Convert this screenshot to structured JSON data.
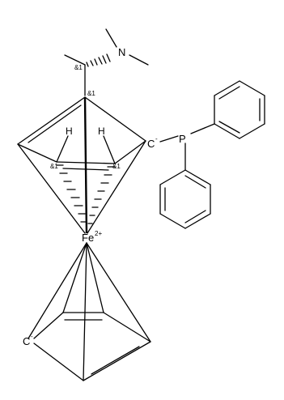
{
  "labels": {
    "nitrogen": "N",
    "phosphorus": "P",
    "iron": "Fe",
    "iron_charge": "2+",
    "carbanion_top": "C",
    "carbanion_top_charge": "-",
    "carbanion_bottom": "C",
    "carbanion_bottom_charge": "-",
    "hydrogen_left": "H",
    "hydrogen_right": "H",
    "stereo_side_chain": "&1",
    "stereo_ring_top": "&1",
    "stereo_ring_left": "&1",
    "stereo_ring_right": "&1"
  }
}
